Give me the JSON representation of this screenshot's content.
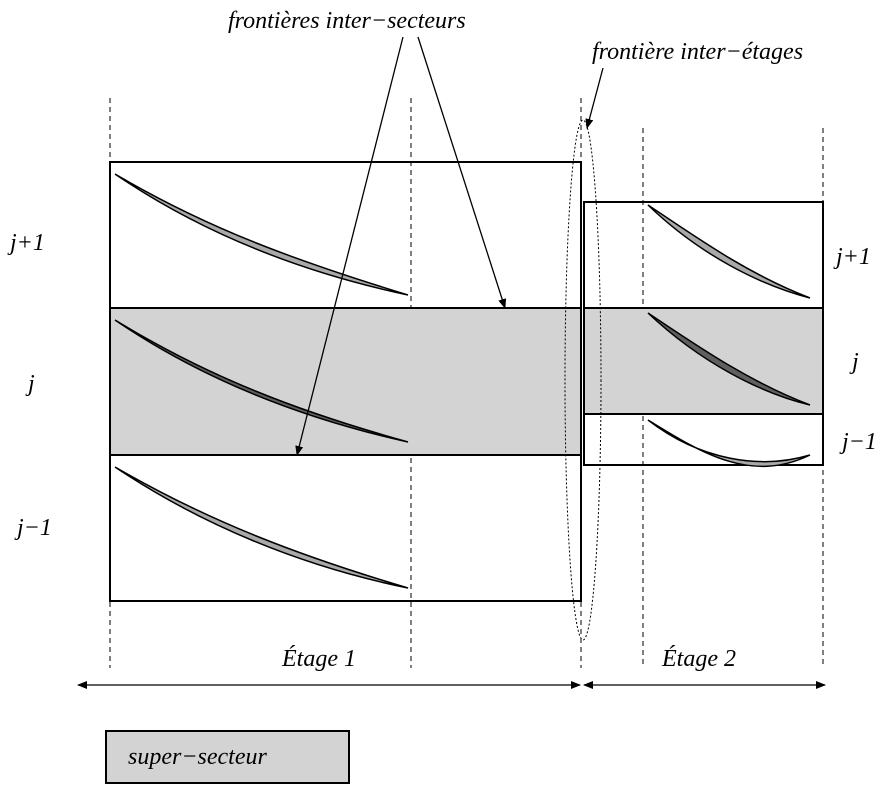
{
  "annotations": {
    "inter_sector_boundaries": "frontières inter−secteurs",
    "inter_stage_boundary": "frontière inter−étages"
  },
  "stages": [
    {
      "label": "Étage 1"
    },
    {
      "label": "Étage 2"
    }
  ],
  "rows_stage1": [
    "j+1",
    "j",
    "j−1"
  ],
  "rows_stage2": [
    "j+1",
    "j",
    "j−1"
  ],
  "legend": {
    "label": "super−secteur",
    "color": "#d3d3d3"
  },
  "colors": {
    "super_sector_fill": "#d3d3d3",
    "blade_light": "#a9a9a9",
    "blade_dark": "#5f5f5f",
    "line": "#000000"
  }
}
